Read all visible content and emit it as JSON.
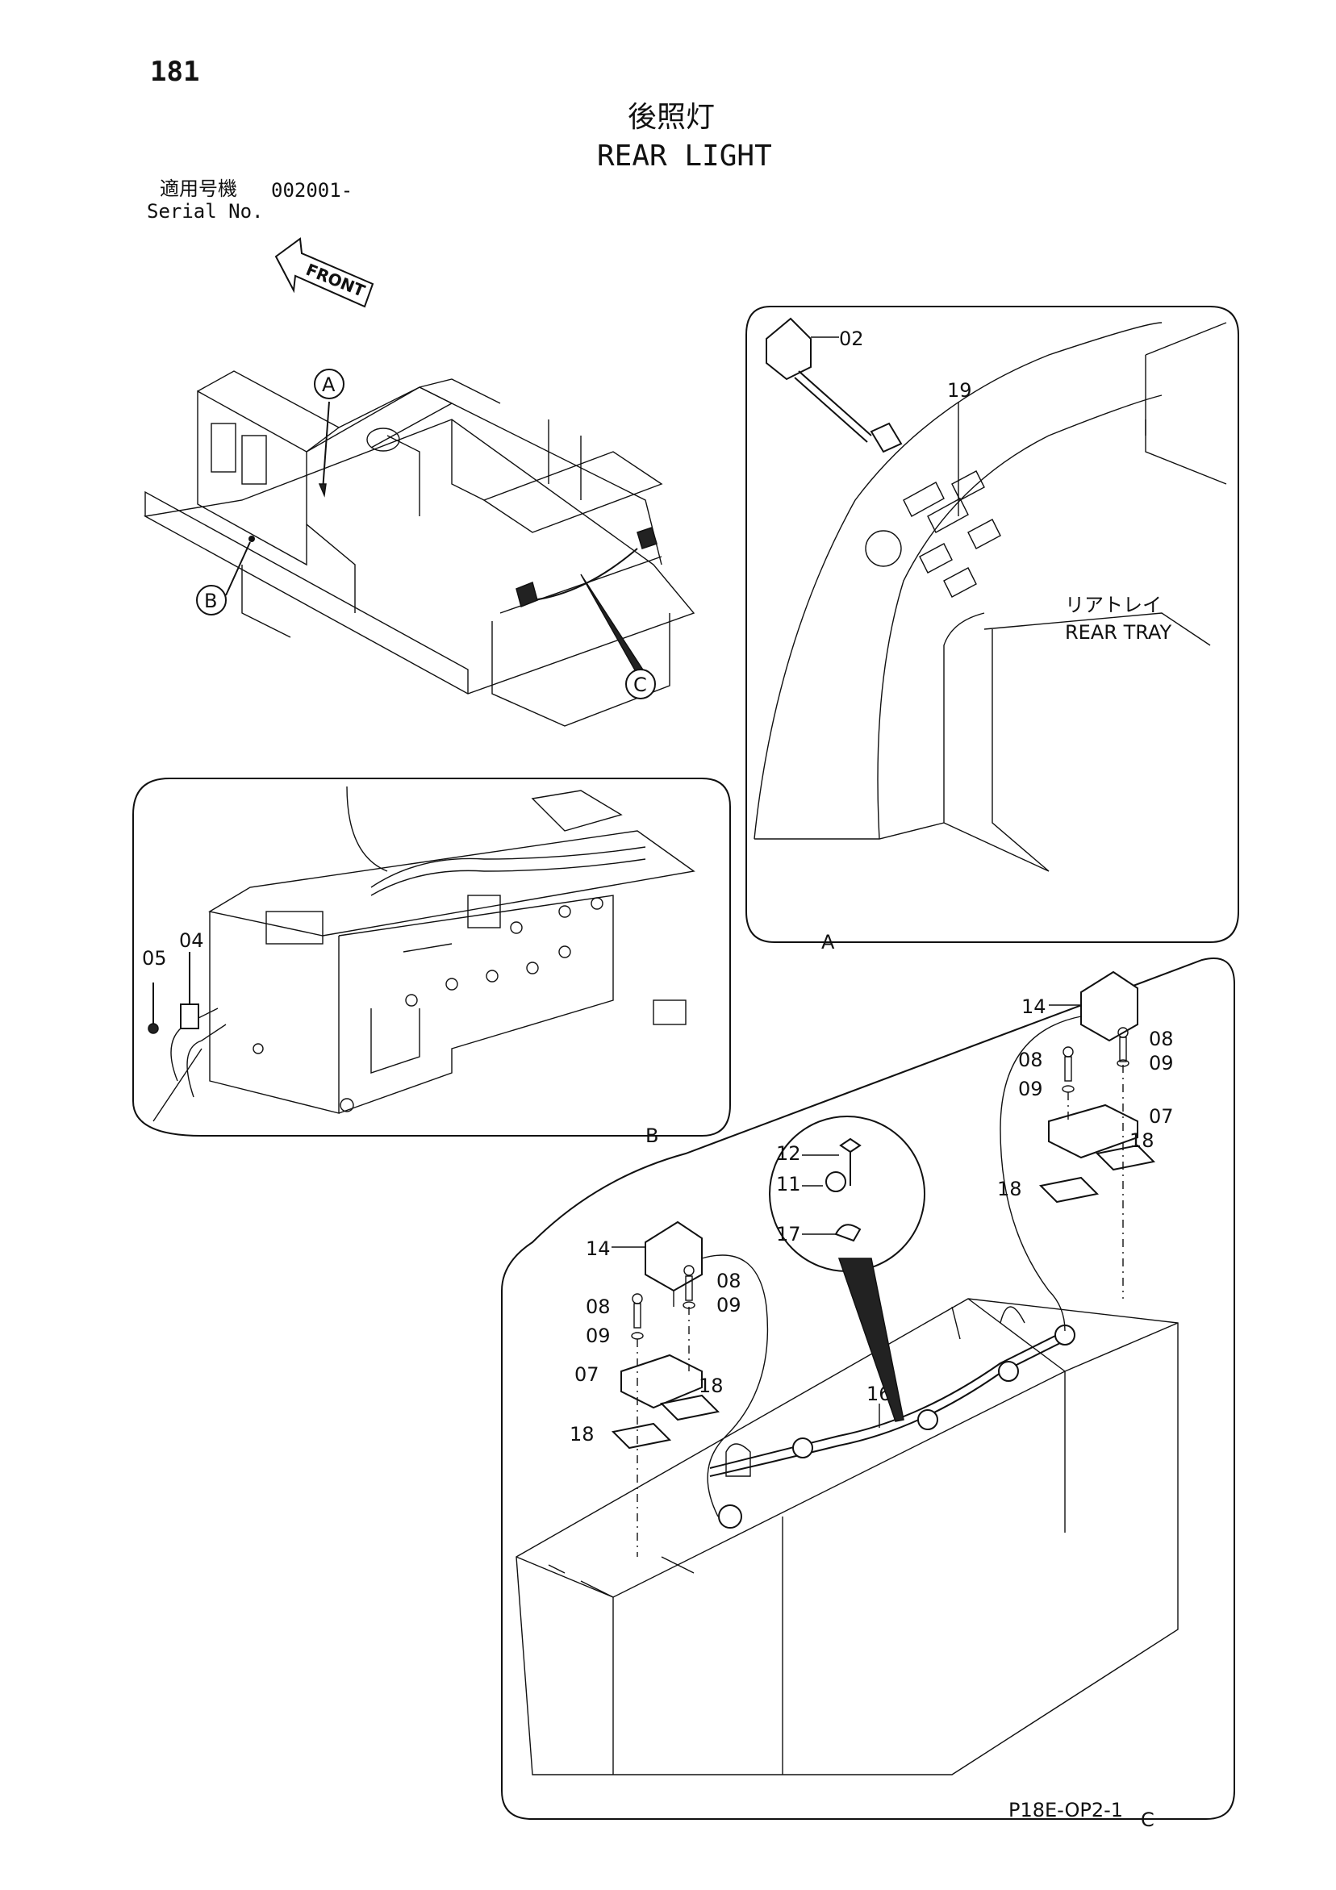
{
  "header": {
    "page_number": "181",
    "title_jp": "後照灯",
    "title_en": "REAR LIGHT",
    "serial_label_jp": "適用号機",
    "serial_value": "002001-",
    "serial_label_en": "Serial No."
  },
  "front_arrow": {
    "label": "FRONT"
  },
  "overview": {
    "callouts": [
      "A",
      "B",
      "C"
    ]
  },
  "detail_a": {
    "label": "A",
    "parts": [
      "02",
      "19"
    ],
    "tray_label_jp": "リアトレイ",
    "tray_label_en": "REAR TRAY"
  },
  "detail_b": {
    "label": "B",
    "parts": [
      "05",
      "04"
    ]
  },
  "detail_c": {
    "label": "C",
    "parts": [
      "14",
      "08",
      "09",
      "07",
      "18",
      "18",
      "14",
      "08",
      "08",
      "09",
      "09",
      "07",
      "18",
      "18",
      "12",
      "11",
      "17",
      "16"
    ]
  },
  "footer": {
    "drawing_code": "P18E-OP2-1"
  }
}
